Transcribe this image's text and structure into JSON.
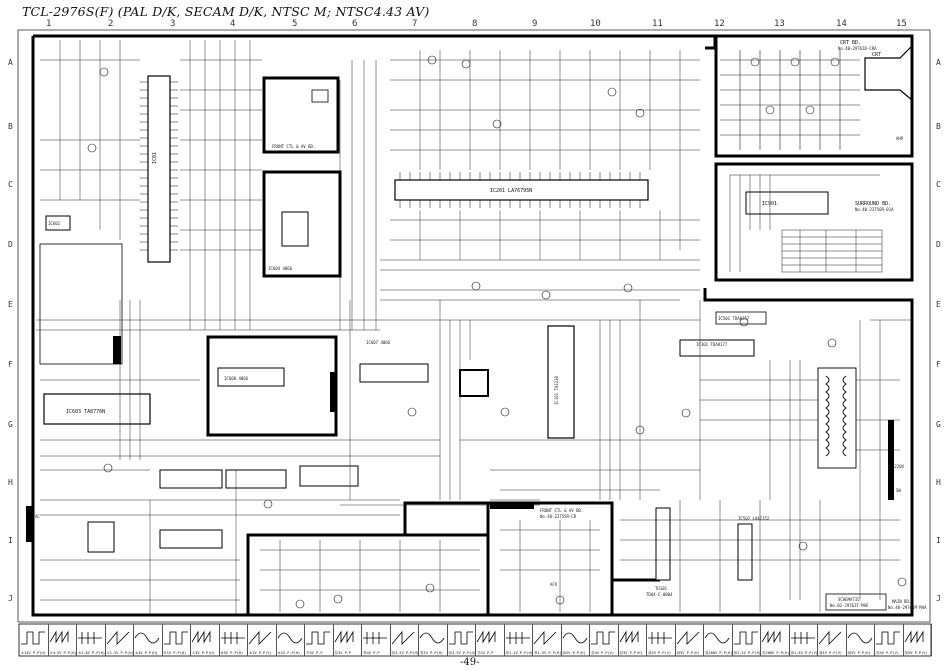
{
  "title": "TCL-2976S(F) (PAL D/K, SECAM D/K, NTSC M; NTSC4.43 AV)",
  "grid": {
    "columns": [
      "1",
      "2",
      "3",
      "4",
      "5",
      "6",
      "7",
      "8",
      "9",
      "10",
      "11",
      "12",
      "13",
      "14",
      "15"
    ],
    "rows": [
      "A",
      "B",
      "C",
      "D",
      "E",
      "F",
      "G",
      "H",
      "I",
      "J"
    ]
  },
  "ics": {
    "main_cpu": "IC01",
    "ic201": "IC201 LA76795N",
    "ic602": "IC602",
    "ic603": "IC603 TA8776N",
    "ic604": "IC604 4066",
    "ic608": "IC608 4066",
    "ic607": "IC607 4066",
    "ic101": "IC101 TA1238",
    "ic301": "IC301 TDA8177",
    "ic502": "IC502 LA42352",
    "ic901": "IC901",
    "ic501": "IC501 TDA8357"
  },
  "boards": {
    "crt": "CRT BD.",
    "crt_code": "No.40-29761D-CRA",
    "crt_label": "CRT",
    "surround": "SURROUND BD.",
    "surround_code": "No.40-23756R-01A",
    "front_ctl_top": "FRONT CTL & AV BD.",
    "front_ctl_bottom": "FRONT CTL & AV BD.",
    "front_ctl_code": "No.40-23755R-CR",
    "main_bd": "MAIN BD.",
    "main_code": "No.40-29761M-MAA"
  },
  "tuner": "TU101",
  "tuner_model": "TDQ4-C-0084",
  "schematic_box": {
    "title": "SCHEMATIC",
    "number": "No.02-29763T-MAE"
  },
  "labels": {
    "v220": "+220V",
    "ac": "AC",
    "sw_line": "SW",
    "afv": "AFV",
    "ahp": "AHP"
  },
  "waveforms": [
    "①14V P-P(H)",
    "②4.5V P-P(H)",
    "③2.8V P-P(H)",
    "④1.5V P-P(H)",
    "⑤4V P-P(H)",
    "⑥1V P-P(H)",
    "⑦3V P-P(H)",
    "⑧5V P-P(H)",
    "⑨1V P-P(V)",
    "⑩2V P-P(H)",
    "⑪5V P-P",
    "⑫3V P-P",
    "⑬4V P-P",
    "⑭4.5V P-P(H)",
    "⑮1V P-P(H)",
    "⑯4.5V P-P(H)",
    "⑰2V P-P",
    "⑱1.2V P-P(H)",
    "⑲1.5V P-P(H)",
    "⑳2V P-P(H)",
    "㉑4V P-P(V)",
    "㉒3V P-P(H)",
    "㉓2V P-P(V)",
    "㉔5V P-P(H)",
    "㉕200V P-P(H)",
    "㉖3.5V P-P(H)",
    "㉗200V P-P(H)",
    "㉘1.8V P-P(V)",
    "㉙1V P-P(V)",
    "㉚5V P-P(H)",
    "㉛4V P-P(V)",
    "㉜5V P-P(V)"
  ],
  "page_number": "-49-"
}
